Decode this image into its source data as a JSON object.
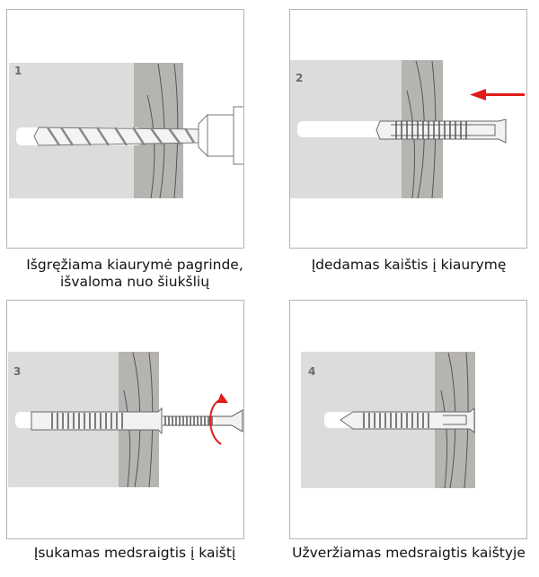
{
  "steps": [
    {
      "number": "1",
      "caption_line1": "Išgręžiama kiaurymė pagrinde,",
      "caption_line2": "išvaloma nuo šiukšlių",
      "illustration": "drill-bit-in-wall"
    },
    {
      "number": "2",
      "caption_line1": "Įdedamas kaištis į kiaurymę",
      "caption_line2": "",
      "illustration": "dowel-insert",
      "arrow": "left-arrow"
    },
    {
      "number": "3",
      "caption_line1": "Įsukamas medsraigtis į kaištį",
      "caption_line2": "",
      "illustration": "screw-turn",
      "arrow": "rotate-arrow"
    },
    {
      "number": "4",
      "caption_line1": "Užveržiamas medsraigtis kaištyje",
      "caption_line2": "",
      "illustration": "screw-fixed"
    }
  ],
  "colors": {
    "wall": "#dcdcdc",
    "wood": "#b6b4b1",
    "border": "#b4b4b4",
    "arrow": "#e21b1b",
    "number": "#6a6a6a"
  }
}
